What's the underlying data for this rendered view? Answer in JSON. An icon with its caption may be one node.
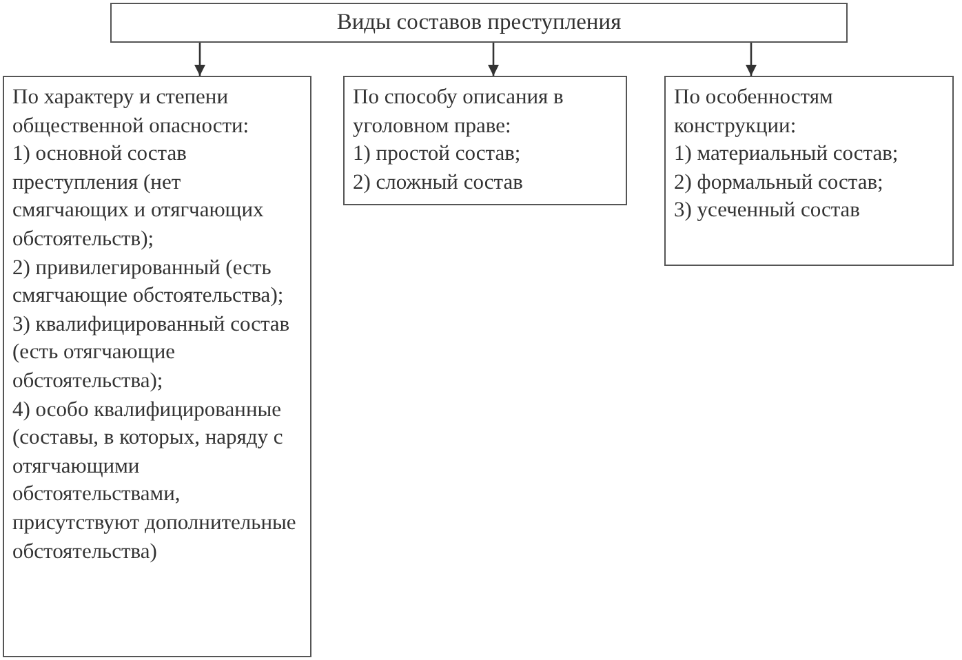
{
  "diagram": {
    "nodes": [
      {
        "text": [
          "Виды составов преступления"
        ]
      },
      {
        "text": [
          "По характеру и степени общественной опасности:",
          "1) основной состав преступления (нет смягчающих и отягчающих обстоятельств);",
          "2) привилегированный (есть смягчающие обстоятельства);",
          "3) квалифицированный состав (есть отягчающие обстоятельства);",
          "4) особо квалифицированные (составы, в которых, наряду с отягчающими обстоятельствами, присутствуют дополнительные обстоятельства)"
        ]
      },
      {
        "text": [
          "По способу описания в уголовном праве:",
          "1) простой состав;",
          "2) сложный состав"
        ]
      },
      {
        "text": [
          "По особенностям конструкции:",
          "1) материальный состав;",
          "2) формальный состав;",
          "3) усеченный состав"
        ]
      }
    ],
    "edges": [
      {
        "from": 0,
        "to": 1,
        "arrow": "to"
      },
      {
        "from": 0,
        "to": 2,
        "arrow": "to"
      },
      {
        "from": 0,
        "to": 3,
        "arrow": "to"
      }
    ]
  }
}
